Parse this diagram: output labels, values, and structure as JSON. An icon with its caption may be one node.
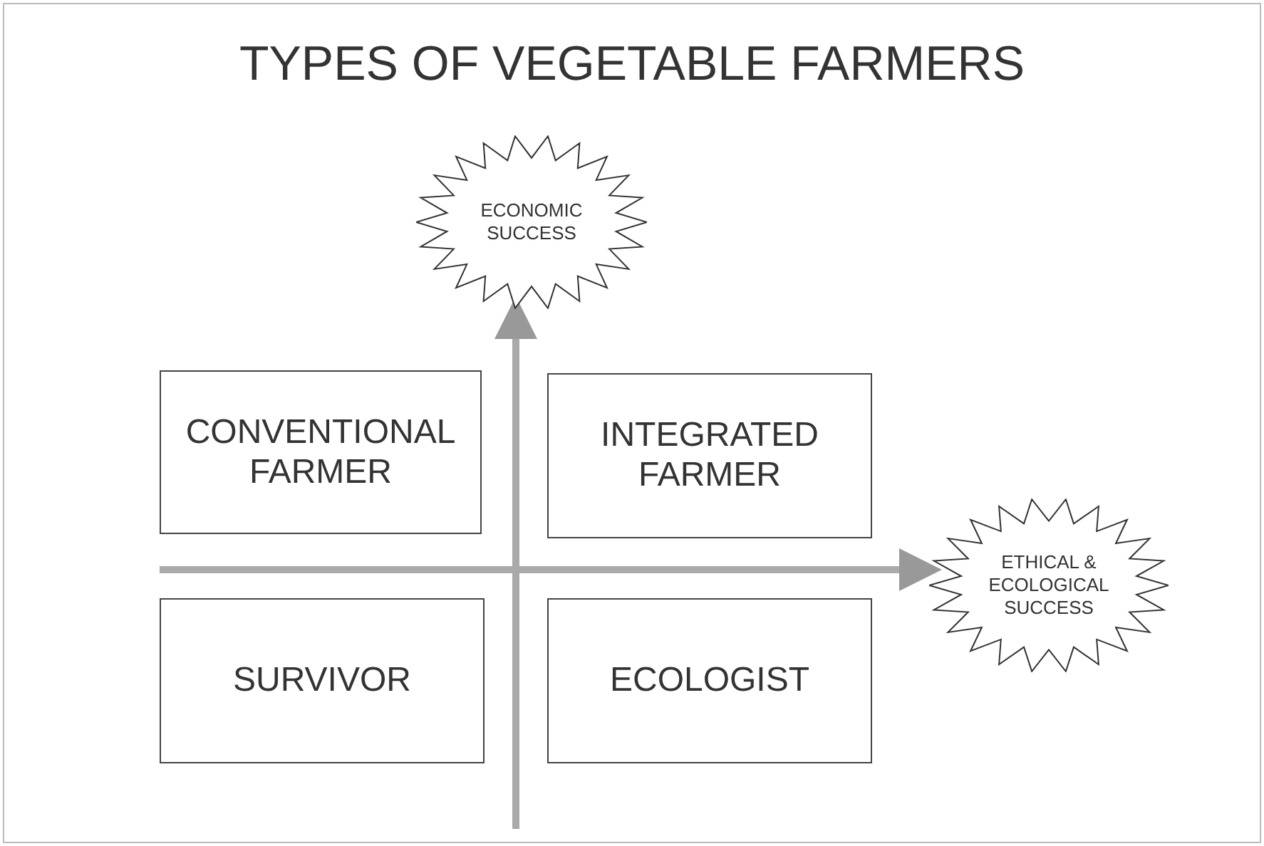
{
  "diagram": {
    "title": "TYPES OF VEGETABLE FARMERS",
    "nodes": [
      {
        "text": [
          "ECONOMIC SUCCESS"
        ]
      },
      {
        "text": [
          "CONVENTIONAL FARMER"
        ]
      },
      {
        "text": [
          "INTEGRATED FARMER"
        ]
      },
      {
        "text": [
          "ETHICAL & ECOLOGICAL SUCCESS"
        ]
      },
      {
        "text": [
          "SURVIVOR"
        ]
      },
      {
        "text": [
          "ECOLOGIST"
        ]
      }
    ],
    "edges": [
      {
        "from": null,
        "to": 0,
        "arrow": "to"
      },
      {
        "from": null,
        "to": 3,
        "arrow": "to"
      }
    ]
  }
}
